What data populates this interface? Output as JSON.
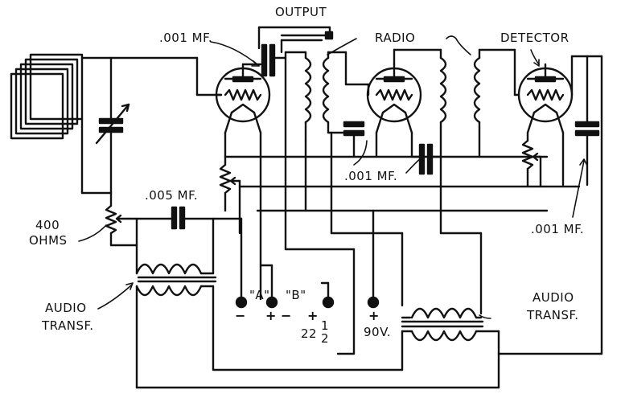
{
  "diagram": {
    "labels": {
      "output": "OUTPUT",
      "radio": "RADIO",
      "detector": "DETECTOR",
      "cap_001_top": ".001 MF.",
      "cap_001_mid": ".001 MF.",
      "cap_005": ".005 MF.",
      "cap_001_right": ".001 MF.",
      "ohms_value": "400",
      "ohms_unit": "OHMS",
      "audio_left_1": "AUDIO",
      "audio_left_2": "TRANSF.",
      "audio_right_1": "AUDIO",
      "audio_right_2": "TRANSF.",
      "batt_a": "\"A\"",
      "batt_b": "\"B\"",
      "minus": "−",
      "plus_minus": "+  −",
      "plus": "+",
      "v22_main": "22",
      "v22_num": "1",
      "v22_den": "2",
      "plus_90": "+",
      "v90": "90V."
    },
    "colors": {
      "ink": "#111111",
      "background": "#ffffff"
    }
  }
}
